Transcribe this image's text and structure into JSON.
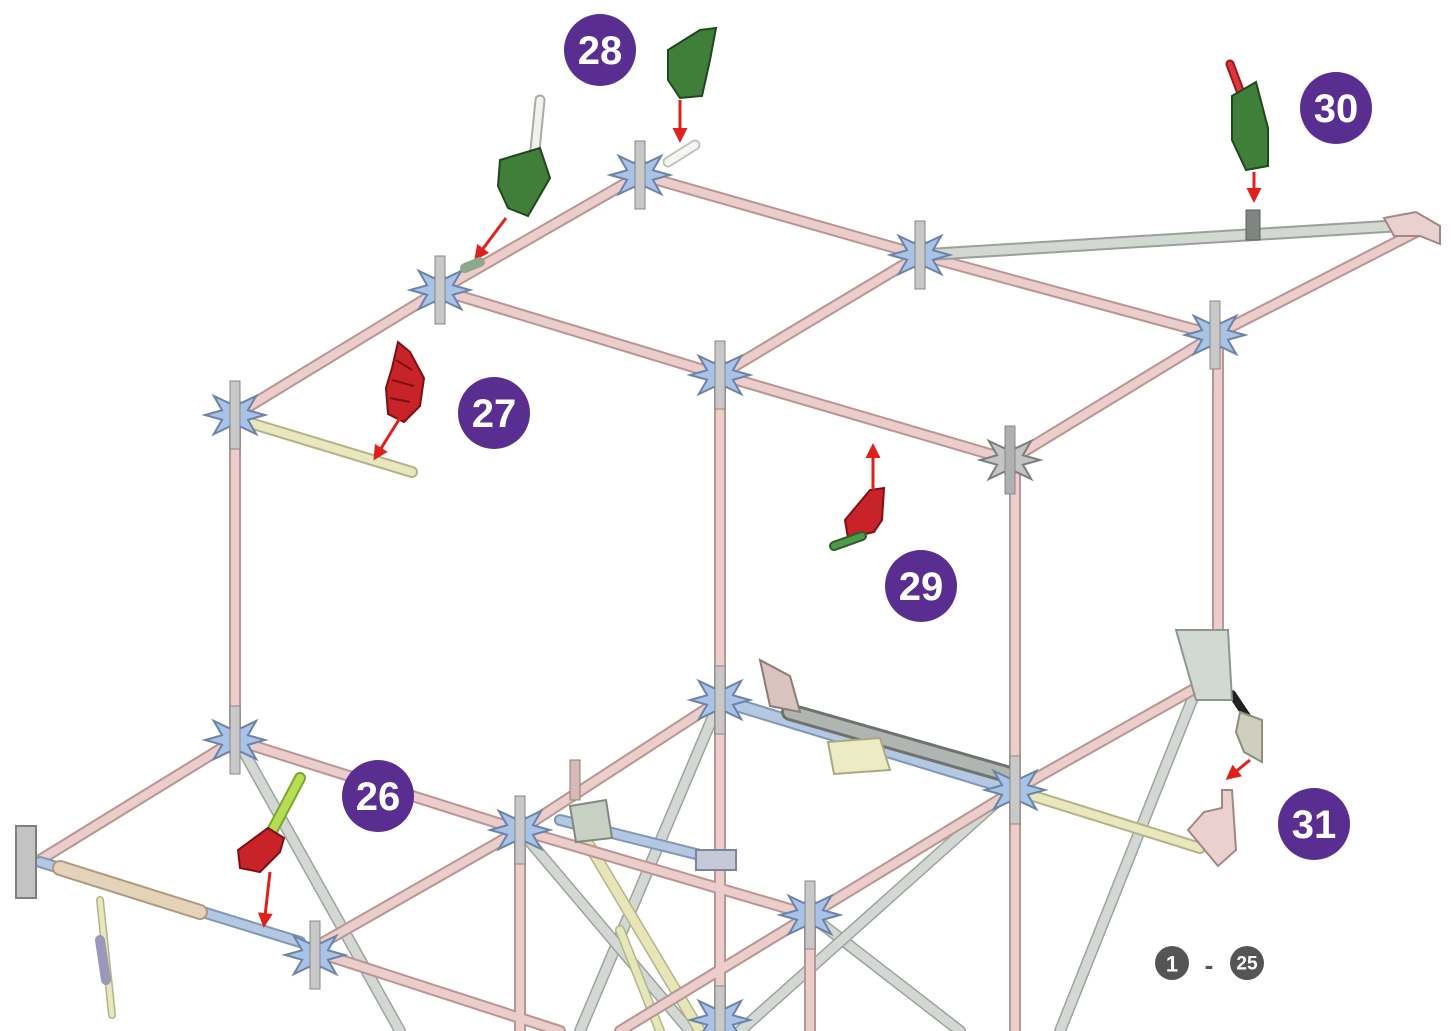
{
  "steps": [
    {
      "number": "26"
    },
    {
      "number": "27"
    },
    {
      "number": "28"
    },
    {
      "number": "29"
    },
    {
      "number": "30"
    },
    {
      "number": "31"
    }
  ],
  "range": {
    "start": "1",
    "separator": "-",
    "end": "25"
  },
  "colors": {
    "badge": "#5a2e91",
    "range_badge": "#555555",
    "rod_pink": "#e8c7c5",
    "rod_gray": "#c9cec9",
    "rod_yellow": "#e7e6b9",
    "rod_blue": "#a9c0de",
    "connector_blue": "#a9c3e6",
    "connector_gray": "#bdbdbd",
    "part_green": "#3f7f3a",
    "part_red": "#c72329",
    "part_lime": "#9ccc2f",
    "arrow": "#e0201b"
  }
}
